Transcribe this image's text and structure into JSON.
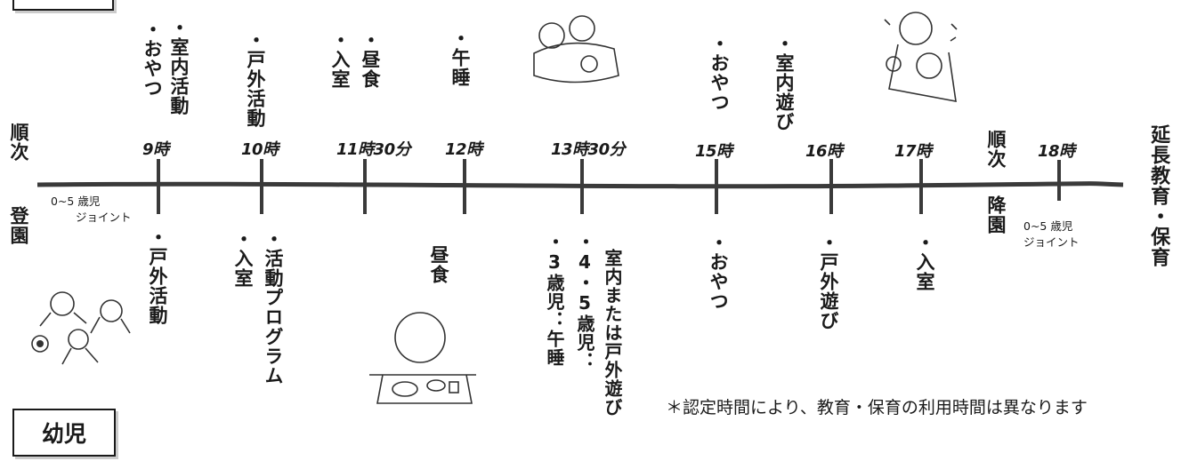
{
  "header_box_label": "",
  "section_label": "幼児",
  "left": {
    "top": "順次",
    "bottom": "登園"
  },
  "right_mid": {
    "top": "順次",
    "bottom": "降園"
  },
  "right_end": "延長教育・保育",
  "start_note": {
    "line1": "0~5 歳児",
    "line2": "ジョイント"
  },
  "end_note": {
    "line1": "0~5 歳児",
    "line2": "ジョイント"
  },
  "times": [
    "9時",
    "10時",
    "11時30分",
    "12時",
    "13時30分",
    "15時",
    "16時",
    "17時",
    "18時"
  ],
  "above": {
    "t9_a": "・室内活動",
    "t9_b": "・おやつ",
    "t10": "・戸外活動",
    "t1130_a": "・昼食",
    "t1130_b": "・入室",
    "t12": "・午睡",
    "t15": "・おやつ",
    "t16": "・室内遊び"
  },
  "below": {
    "t9": "・戸外活動",
    "t10_a": "・入室",
    "t10_b": "・活動プログラム",
    "lunch": "昼食",
    "t1330_a": "・3歳児：午睡",
    "t1330_b": "・4・5歳児：",
    "t1330_c": "室内または戸外遊び",
    "t15": "・おやつ",
    "t16": "・戸外遊び",
    "t17": "・入室"
  },
  "footnote": "＊認定時間により、教育・保育の利用時間は異なります"
}
